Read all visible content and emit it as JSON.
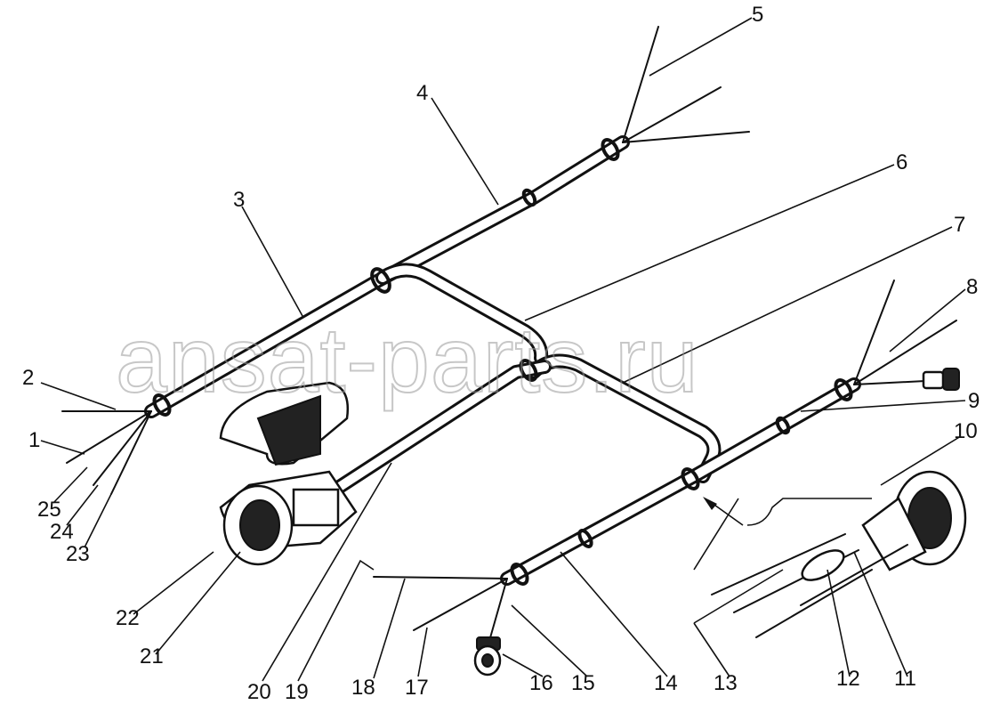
{
  "watermark": "ansat-parts.ru",
  "callouts": [
    "1",
    "2",
    "3",
    "4",
    "5",
    "6",
    "7",
    "8",
    "9",
    "10",
    "11",
    "12",
    "13",
    "14",
    "15",
    "16",
    "17",
    "18",
    "19",
    "20",
    "21",
    "22",
    "23",
    "24",
    "25"
  ]
}
